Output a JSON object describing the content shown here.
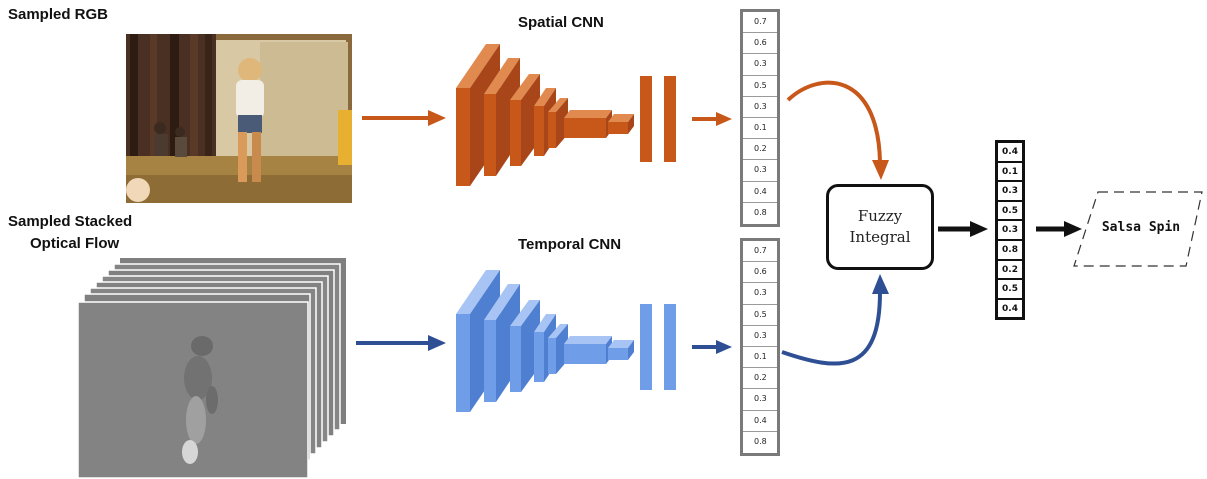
{
  "labels": {
    "rgb": "Sampled RGB",
    "flow_line1": "Sampled Stacked",
    "flow_line2": "Optical Flow",
    "spatial": "Spatial CNN",
    "temporal": "Temporal CNN"
  },
  "spatial_scores": [
    "0.7",
    "0.6",
    "0.3",
    "0.5",
    "0.3",
    "0.1",
    "0.2",
    "0.3",
    "0.4",
    "0.8"
  ],
  "temporal_scores": [
    "0.7",
    "0.6",
    "0.3",
    "0.5",
    "0.3",
    "0.1",
    "0.2",
    "0.3",
    "0.4",
    "0.8"
  ],
  "fusion": {
    "line1": "Fuzzy",
    "line2": "Integral"
  },
  "fused_scores": [
    "0.4",
    "0.1",
    "0.3",
    "0.5",
    "0.3",
    "0.8",
    "0.2",
    "0.5",
    "0.4"
  ],
  "output": "Salsa Spin",
  "colors": {
    "spatial": "#c8581a",
    "temporal": "#6f9de8",
    "temporal_arrow": "#2f4f94",
    "spatial_arrow": "#c8581a"
  }
}
